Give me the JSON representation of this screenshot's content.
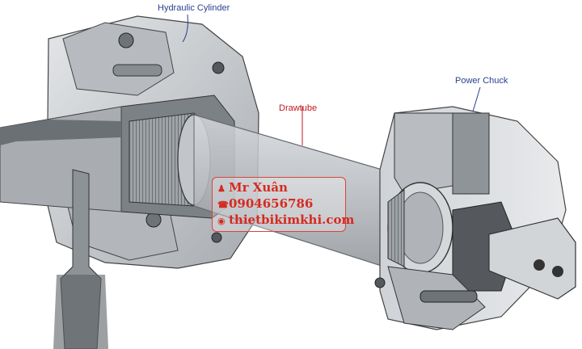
{
  "labels": {
    "hydraulic_cylinder": "Hydraulic Cylinder",
    "drawtube": "Drawtube",
    "power_chuck": "Power Chuck"
  },
  "watermark": {
    "name": "Mr Xuân",
    "phone": "0904656786",
    "website": "thietbikimkhi.com"
  },
  "colors": {
    "label_blue": "#2a3f8f",
    "drawtube_red": "#c0191e",
    "watermark_red": "#d62a20",
    "metal_light": "#c9cdd2",
    "metal_mid": "#9aa0a6",
    "metal_dark": "#55595e"
  },
  "icons": [
    "person-icon",
    "phone-icon",
    "globe-icon"
  ]
}
